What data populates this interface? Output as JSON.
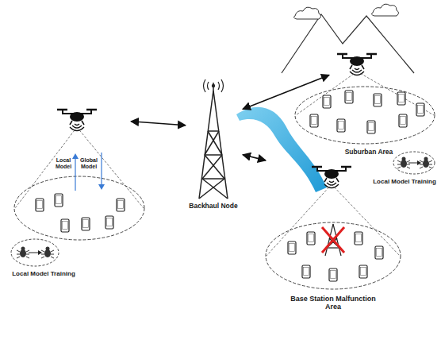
{
  "diagram": {
    "nodes": [
      {
        "text": [
          "Local Model",
          "Global Model"
        ]
      },
      {
        "text": [
          "Local Model Training"
        ]
      },
      {
        "text": [
          "Backhaul Node"
        ]
      },
      {
        "text": [
          "Suburban Area"
        ]
      },
      {
        "text": [
          "Local Model Training"
        ]
      },
      {
        "text": [
          "Base Station Malfunction Area"
        ]
      }
    ],
    "edges": [
      {
        "from": 2,
        "to": 0,
        "arrow": "both"
      },
      {
        "from": 2,
        "to": 3,
        "arrow": "both"
      },
      {
        "from": 2,
        "to": 5,
        "arrow": "both"
      }
    ]
  }
}
